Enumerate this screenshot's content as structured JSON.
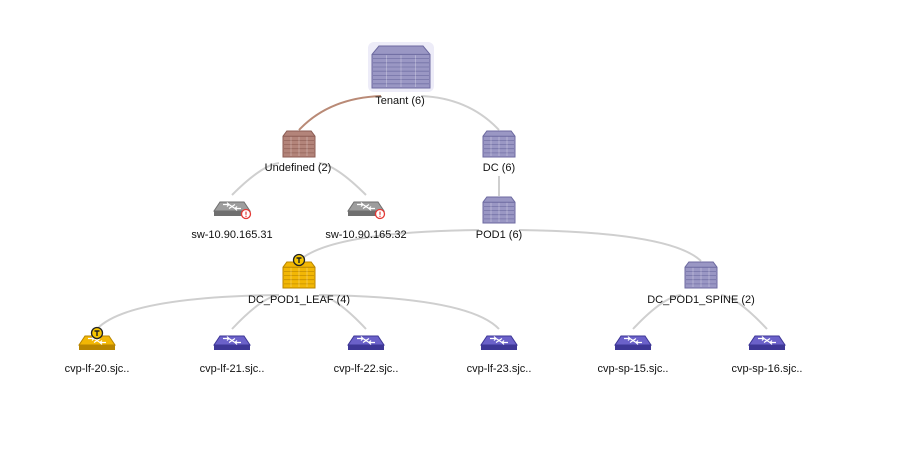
{
  "topology": {
    "colors": {
      "edge_default": "#cfcfcf",
      "edge_undefined": "#b98a76",
      "container": "#9a97c4",
      "container_dark": "#6d6aa0",
      "undefined_container": "#b3847a",
      "undefined_container_dark": "#8c5d54",
      "leaf_highlight": "#f2b705",
      "leaf_highlight_dark": "#b98600",
      "switch": "#6b61c9",
      "switch_dark": "#3e3796",
      "switch_gray": "#9d9d9d",
      "warning": "#e53935"
    },
    "nodes": [
      {
        "id": "tenant",
        "label": "Tenant (6)",
        "kind": "container",
        "size": "large",
        "icon": "container-stack-icon"
      },
      {
        "id": "undefined",
        "label": "Undefined (2)",
        "kind": "container",
        "variant": "undefined",
        "icon": "container-stack-icon"
      },
      {
        "id": "dc",
        "label": "DC (6)",
        "kind": "container",
        "icon": "container-stack-icon"
      },
      {
        "id": "sw31",
        "label": "sw-10.90.165.31",
        "kind": "switch",
        "variant": "gray",
        "status": "warning",
        "icon": "switch-icon"
      },
      {
        "id": "sw32",
        "label": "sw-10.90.165.32",
        "kind": "switch",
        "variant": "gray",
        "status": "warning",
        "icon": "switch-icon"
      },
      {
        "id": "pod1",
        "label": "POD1 (6)",
        "kind": "container",
        "icon": "container-stack-icon"
      },
      {
        "id": "leaf",
        "label": "DC_POD1_LEAF (4)",
        "kind": "container",
        "variant": "highlight",
        "badge": "T",
        "icon": "container-stack-icon"
      },
      {
        "id": "spine",
        "label": "DC_POD1_SPINE (2)",
        "kind": "container",
        "icon": "container-stack-icon"
      },
      {
        "id": "lf20",
        "label": "cvp-lf-20.sjc..",
        "kind": "switch",
        "variant": "highlight",
        "badge": "T",
        "icon": "switch-icon"
      },
      {
        "id": "lf21",
        "label": "cvp-lf-21.sjc..",
        "kind": "switch",
        "icon": "switch-icon"
      },
      {
        "id": "lf22",
        "label": "cvp-lf-22.sjc..",
        "kind": "switch",
        "icon": "switch-icon"
      },
      {
        "id": "lf23",
        "label": "cvp-lf-23.sjc..",
        "kind": "switch",
        "icon": "switch-icon"
      },
      {
        "id": "sp15",
        "label": "cvp-sp-15.sjc..",
        "kind": "switch",
        "icon": "switch-icon"
      },
      {
        "id": "sp16",
        "label": "cvp-sp-16.sjc..",
        "kind": "switch",
        "icon": "switch-icon"
      }
    ],
    "edges": [
      {
        "from": "tenant",
        "to": "undefined",
        "variant": "undefined"
      },
      {
        "from": "tenant",
        "to": "dc"
      },
      {
        "from": "undefined",
        "to": "sw31"
      },
      {
        "from": "undefined",
        "to": "sw32"
      },
      {
        "from": "dc",
        "to": "pod1"
      },
      {
        "from": "pod1",
        "to": "leaf"
      },
      {
        "from": "pod1",
        "to": "spine"
      },
      {
        "from": "leaf",
        "to": "lf20"
      },
      {
        "from": "leaf",
        "to": "lf21"
      },
      {
        "from": "leaf",
        "to": "lf22"
      },
      {
        "from": "leaf",
        "to": "lf23"
      },
      {
        "from": "spine",
        "to": "sp15"
      },
      {
        "from": "spine",
        "to": "sp16"
      }
    ]
  }
}
